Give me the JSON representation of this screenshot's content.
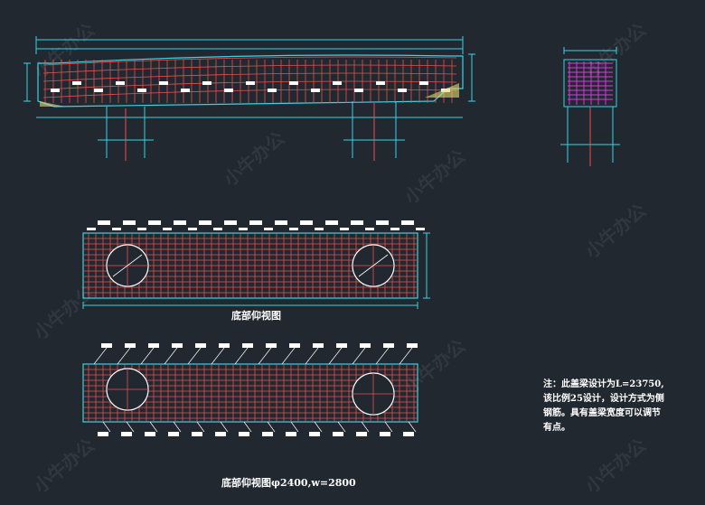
{
  "view_labels": {
    "bottom_plan_1": "底部仰视图",
    "bottom_plan_2": "底部仰视图φ2400,w=2800"
  },
  "note": {
    "lines": [
      "注：此盖梁设计为L=23750,",
      "该比例25设计，设计方式为侧",
      "钢筋。具有盖梁宽度可以调节",
      "有点。"
    ]
  },
  "watermark": "小牛办公",
  "colors": {
    "background": "#212830",
    "cyan": "#35d6e6",
    "red": "#e8504f",
    "white": "#ffffff",
    "magenta": "#d83bd8",
    "yellow": "#e6d86a"
  }
}
